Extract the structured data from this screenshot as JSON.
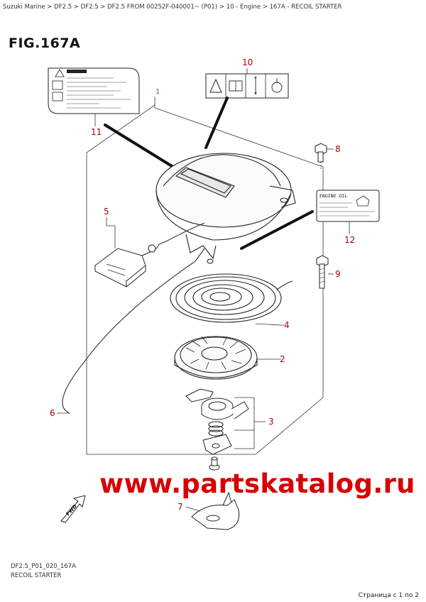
{
  "header": {
    "breadcrumb": "Suzuki Marine > DF2.5 > DF2.5 > DF2.5 FROM 00252F-040001~ (P01) > 10 - Engine > 167A - RECOIL STARTER"
  },
  "figure": {
    "title": "FIG.167A",
    "code": "DF2.5_P01_020_167A",
    "subtitle": "RECOIL STARTER"
  },
  "callouts": {
    "c1": "1",
    "c2": "2",
    "c3": "3",
    "c4": "4",
    "c5": "5",
    "c6": "6",
    "c7": "7",
    "c8": "8",
    "c9": "9",
    "c10": "10",
    "c11": "11",
    "c12": "12"
  },
  "labels": {
    "engine_oil": "ENGINE OIL",
    "fwd": "FWD"
  },
  "watermark": "www.partskatalog.ru",
  "footer": {
    "pagination": "Страница с 1 по 2"
  }
}
